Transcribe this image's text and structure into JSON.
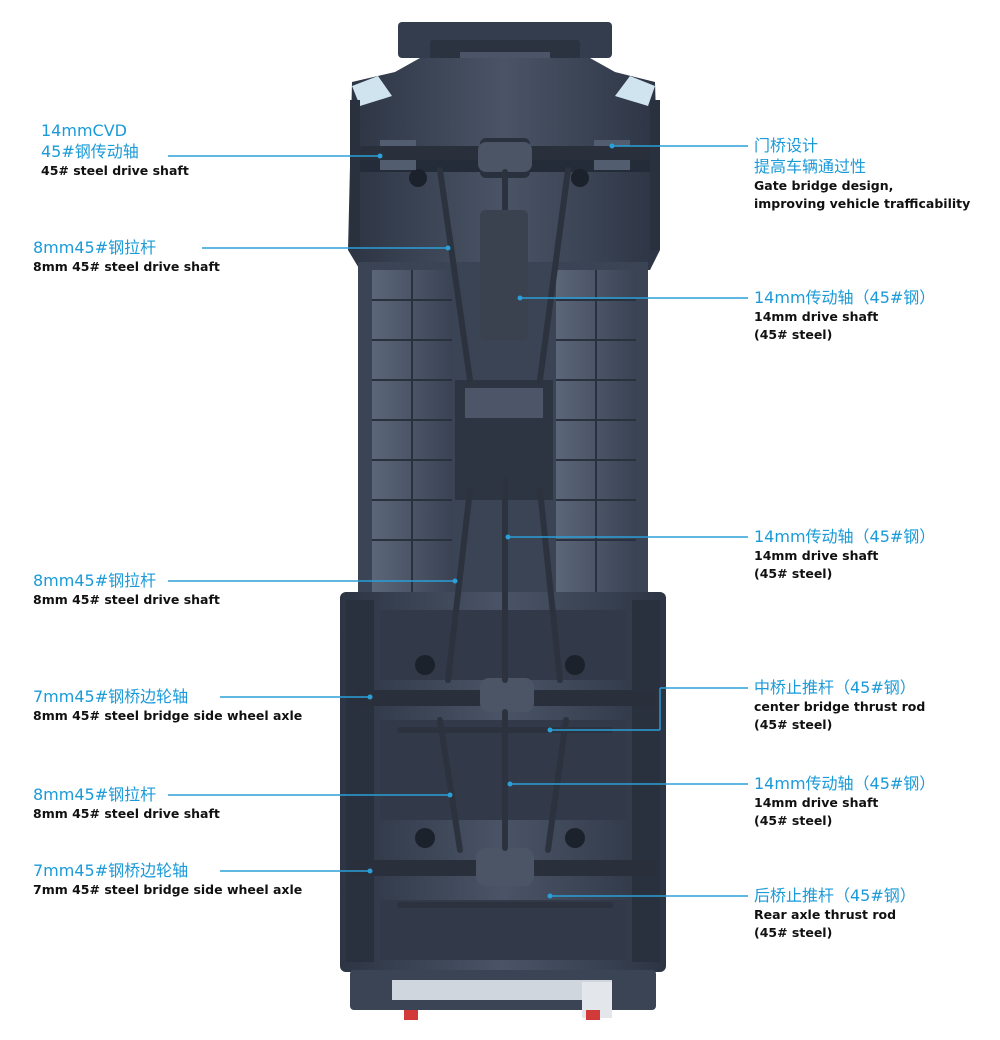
{
  "labels_left": [
    {
      "cn": [
        "14mmCVD",
        "45#钢传动轴"
      ],
      "en": [
        "45# steel drive shaft"
      ]
    },
    {
      "cn": [
        "8mm45#钢拉杆"
      ],
      "en": [
        "8mm  45# steel drive shaft"
      ]
    },
    {
      "cn": [
        "8mm45#钢拉杆"
      ],
      "en": [
        "8mm  45# steel drive shaft"
      ]
    },
    {
      "cn": [
        "7mm45#钢桥边轮轴"
      ],
      "en": [
        "8mm  45# steel bridge side wheel axle"
      ]
    },
    {
      "cn": [
        "8mm45#钢拉杆"
      ],
      "en": [
        "8mm  45# steel drive shaft"
      ]
    },
    {
      "cn": [
        "7mm45#钢桥边轮轴"
      ],
      "en": [
        "7mm  45# steel bridge side wheel axle"
      ]
    }
  ],
  "labels_right": [
    {
      "cn": [
        "门桥设计",
        "提高车辆通过性"
      ],
      "en": [
        "Gate bridge design,",
        "improving vehicle trafficability"
      ]
    },
    {
      "cn": [
        "14mm传动轴（45#钢）"
      ],
      "en": [
        "14mm drive shaft",
        "(45# steel)"
      ]
    },
    {
      "cn": [
        "14mm传动轴（45#钢）"
      ],
      "en": [
        "14mm drive shaft",
        "(45# steel)"
      ]
    },
    {
      "cn": [
        "中桥止推杆（45#钢）"
      ],
      "en": [
        "center bridge thrust rod",
        "(45# steel)"
      ]
    },
    {
      "cn": [
        "14mm传动轴（45#钢）"
      ],
      "en": [
        "14mm drive shaft",
        "(45# steel)"
      ]
    },
    {
      "cn": [
        "后桥止推杆（45#钢）"
      ],
      "en": [
        "Rear axle thrust rod",
        "(45# steel)"
      ]
    }
  ],
  "colors": {
    "accent": "#1a9ad8",
    "chassis": "#3c4556",
    "chassis_dark": "#252c39",
    "chassis_light": "#5a6476"
  }
}
